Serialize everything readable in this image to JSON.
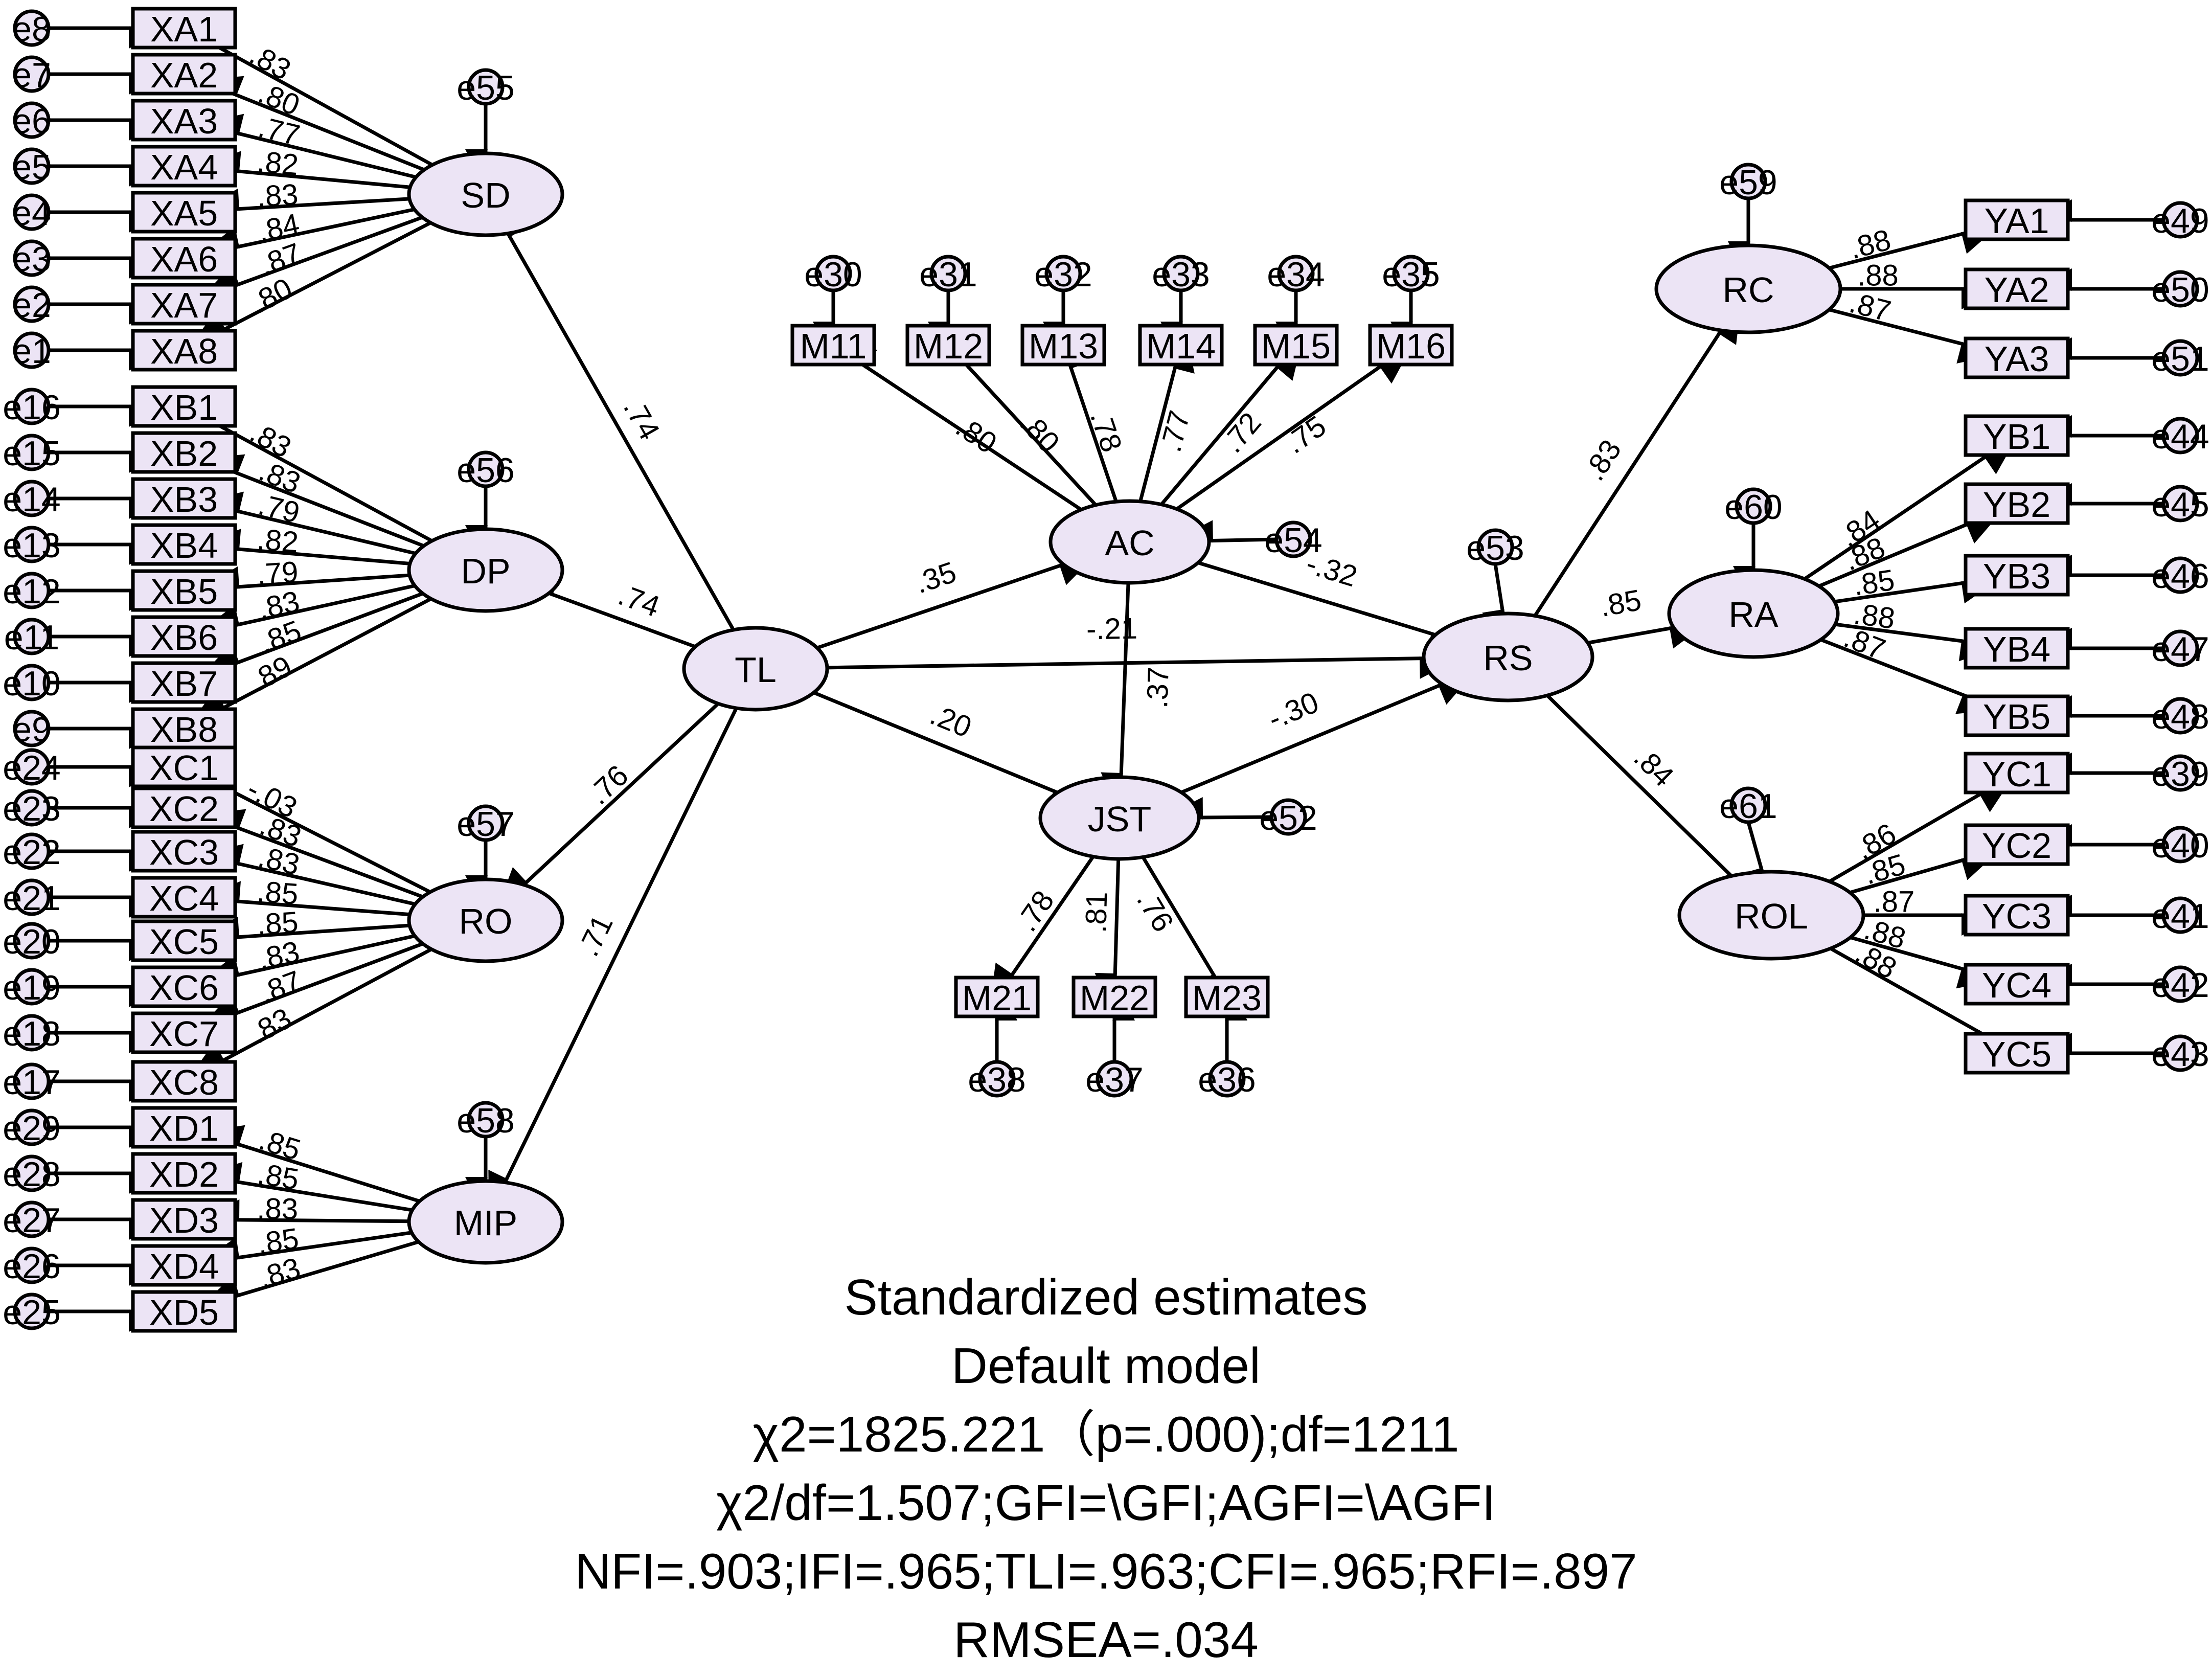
{
  "latent": {
    "TL": "TL",
    "SD": "SD",
    "DP": "DP",
    "RO": "RO",
    "MIP": "MIP",
    "AC": "AC",
    "JST": "JST",
    "RS": "RS",
    "RC": "RC",
    "RA": "RA",
    "ROL": "ROL"
  },
  "indicators": {
    "SD": {
      "items": [
        "XA1",
        "XA2",
        "XA3",
        "XA4",
        "XA5",
        "XA6",
        "XA7",
        "XA8"
      ],
      "errors": [
        "e8",
        "e7",
        "e6",
        "e5",
        "e4",
        "e3",
        "e2",
        "e1"
      ],
      "loadings": [
        ".83",
        ".80",
        ".77",
        ".82",
        ".83",
        ".84",
        ".87",
        ".80"
      ]
    },
    "DP": {
      "items": [
        "XB1",
        "XB2",
        "XB3",
        "XB4",
        "XB5",
        "XB6",
        "XB7",
        "XB8"
      ],
      "errors": [
        "e16",
        "e15",
        "e14",
        "e13",
        "e12",
        "e11",
        "e10",
        "e9"
      ],
      "loadings": [
        ".83",
        ".83",
        ".79",
        ".82",
        ".79",
        ".83",
        ".85",
        ".89"
      ]
    },
    "RO": {
      "items": [
        "XC1",
        "XC2",
        "XC3",
        "XC4",
        "XC5",
        "XC6",
        "XC7",
        "XC8"
      ],
      "errors": [
        "e24",
        "e23",
        "e22",
        "e21",
        "e20",
        "e19",
        "e18",
        "e17"
      ],
      "loadings": [
        "-.03",
        ".83",
        ".83",
        ".85",
        ".85",
        ".83",
        ".87",
        ".83"
      ]
    },
    "MIP": {
      "items": [
        "XD1",
        "XD2",
        "XD3",
        "XD4",
        "XD5"
      ],
      "errors": [
        "e29",
        "e28",
        "e27",
        "e26",
        "e25"
      ],
      "loadings": [
        ".85",
        ".85",
        ".83",
        ".85",
        ".83"
      ]
    },
    "AC": {
      "items": [
        "M11",
        "M12",
        "M13",
        "M14",
        "M15",
        "M16"
      ],
      "errors": [
        "e30",
        "e31",
        "e32",
        "e33",
        "e34",
        "e35"
      ],
      "loadings": [
        ".80",
        ".80",
        ".78",
        ".77",
        ".72",
        ".75"
      ]
    },
    "JST": {
      "items": [
        "M21",
        "M22",
        "M23"
      ],
      "errors": [
        "e38",
        "e37",
        "e36"
      ],
      "loadings": [
        ".78",
        ".81",
        ".76"
      ]
    },
    "RC": {
      "items": [
        "YA1",
        "YA2",
        "YA3"
      ],
      "errors": [
        "e49",
        "e50",
        "e51"
      ],
      "loadings": [
        ".88",
        ".88",
        ".87"
      ]
    },
    "RA": {
      "items": [
        "YB1",
        "YB2",
        "YB3",
        "YB4",
        "YB5"
      ],
      "errors": [
        "e44",
        "e45",
        "e46",
        "e47",
        "e48"
      ],
      "loadings": [
        ".84",
        ".88",
        ".85",
        ".88",
        ".87"
      ]
    },
    "ROL": {
      "items": [
        "YC1",
        "YC2",
        "YC3",
        "YC4",
        "YC5"
      ],
      "errors": [
        "e39",
        "e40",
        "e41",
        "e42",
        "e43"
      ],
      "loadings": [
        ".86",
        ".85",
        ".87",
        ".88",
        ".88"
      ]
    }
  },
  "residuals": {
    "SD": "e55",
    "DP": "e56",
    "RO": "e57",
    "MIP": "e58",
    "AC": "e54",
    "JST": "e52",
    "RS": "e53",
    "RC": "e59",
    "RA": "e60",
    "ROL": "e61"
  },
  "structural_paths": [
    {
      "from": "TL",
      "to": "SD",
      "coef": ".74"
    },
    {
      "from": "TL",
      "to": "DP",
      "coef": ".74"
    },
    {
      "from": "TL",
      "to": "RO",
      "coef": ".76"
    },
    {
      "from": "TL",
      "to": "MIP",
      "coef": ".71"
    },
    {
      "from": "TL",
      "to": "AC",
      "coef": ".35"
    },
    {
      "from": "TL",
      "to": "JST",
      "coef": ".20"
    },
    {
      "from": "TL",
      "to": "RS",
      "coef": "-.21"
    },
    {
      "from": "AC",
      "to": "JST",
      "coef": ".37"
    },
    {
      "from": "AC",
      "to": "RS",
      "coef": "-.32"
    },
    {
      "from": "JST",
      "to": "RS",
      "coef": "-.30"
    },
    {
      "from": "RS",
      "to": "RC",
      "coef": ".83"
    },
    {
      "from": "RS",
      "to": "RA",
      "coef": ".85"
    },
    {
      "from": "RS",
      "to": "ROL",
      "coef": ".84"
    }
  ],
  "summary": {
    "line1": "Standardized estimates",
    "line2": "Default model",
    "line3": "χ2=1825.221（p=.000);df=1211",
    "line4": "χ2/df=1.507;GFI=\\GFI;AGFI=\\AGFI",
    "line5": "NFI=.903;IFI=.965;TLI=.963;CFI=.965;RFI=.897",
    "line6": "RMSEA=.034"
  }
}
